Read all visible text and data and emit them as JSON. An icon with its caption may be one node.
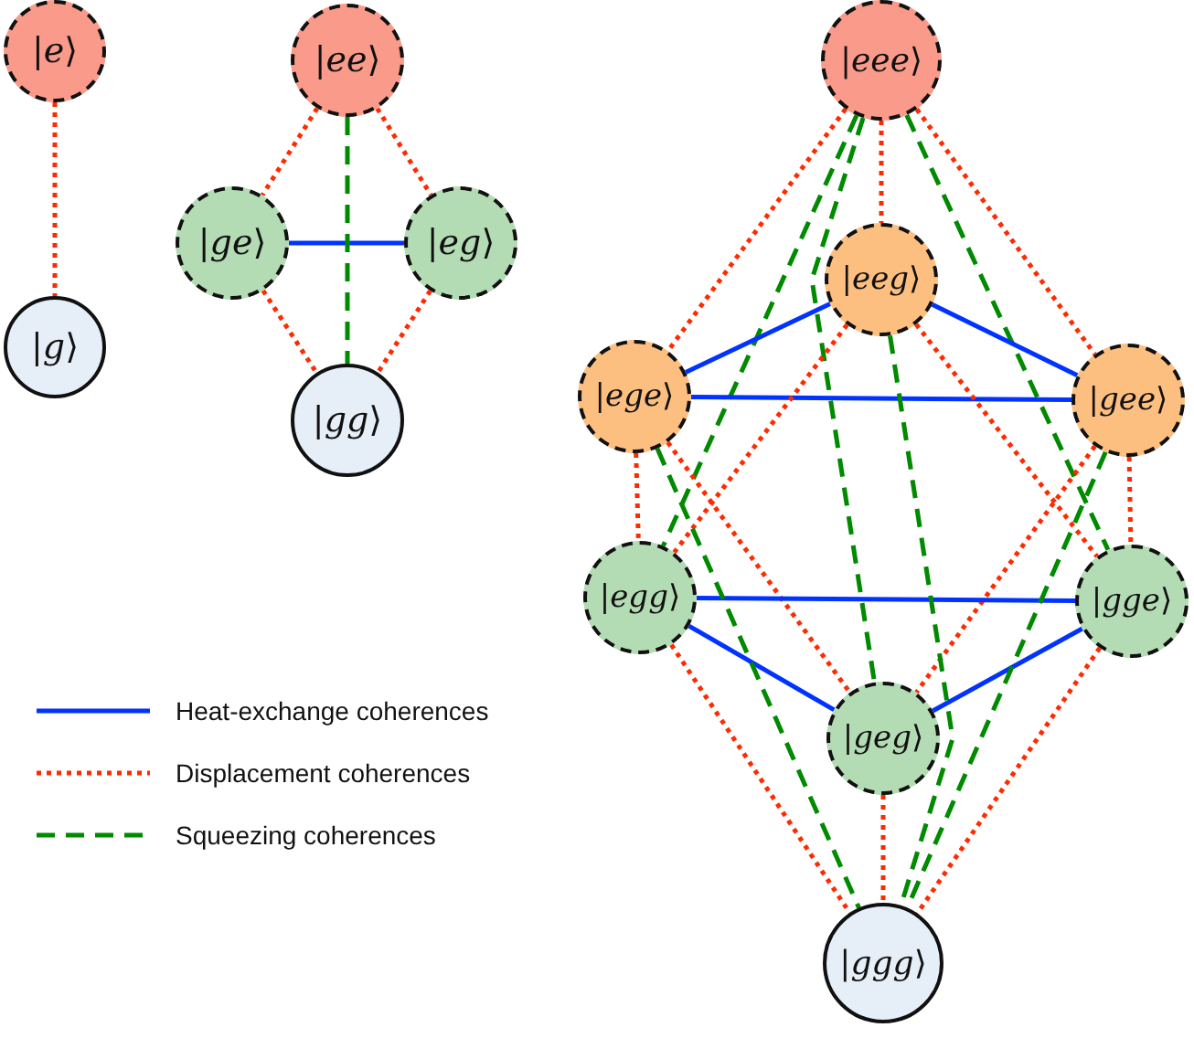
{
  "diagram": {
    "nodes": [
      {
        "text": [
          "|*e*⟩"
        ]
      },
      {
        "text": [
          "|*g*⟩"
        ]
      },
      {
        "text": [
          "|*ee*⟩"
        ]
      },
      {
        "text": [
          "|*ge*⟩"
        ]
      },
      {
        "text": [
          "|*eg*⟩"
        ]
      },
      {
        "text": [
          "|*gg*⟩"
        ]
      },
      {
        "text": [
          "|*eee*⟩"
        ]
      },
      {
        "text": [
          "|*eeg*⟩"
        ]
      },
      {
        "text": [
          "|*ege*⟩"
        ]
      },
      {
        "text": [
          "|*gee*⟩"
        ]
      },
      {
        "text": [
          "|*egg*⟩"
        ]
      },
      {
        "text": [
          "|*gge*⟩"
        ]
      },
      {
        "text": [
          "|*geg*⟩"
        ]
      },
      {
        "text": [
          "|*ggg*⟩"
        ]
      }
    ],
    "edges": [
      {
        "from": 0,
        "to": 1,
        "arrow": "none",
        "style": "dashed"
      },
      {
        "from": 2,
        "to": 3,
        "arrow": "none",
        "style": "dashed"
      },
      {
        "from": 2,
        "to": 4,
        "arrow": "none",
        "style": "dashed"
      },
      {
        "from": 3,
        "to": 4,
        "arrow": "none",
        "color": "#0033ff"
      },
      {
        "from": 2,
        "to": 5,
        "arrow": "none",
        "style": "dashed",
        "color": "#008a00"
      },
      {
        "from": 3,
        "to": 5,
        "arrow": "none",
        "style": "dashed"
      },
      {
        "from": 4,
        "to": 5,
        "arrow": "none",
        "style": "dashed"
      },
      {
        "from": 6,
        "to": 7,
        "arrow": "none",
        "style": "dashed"
      },
      {
        "from": 6,
        "to": 8,
        "arrow": "none",
        "style": "dashed"
      },
      {
        "from": 6,
        "to": 9,
        "arrow": "none",
        "style": "dashed"
      },
      {
        "from": 6,
        "to": 10,
        "arrow": "none",
        "style": "dashed",
        "color": "#008a00"
      },
      {
        "from": 6,
        "to": 12,
        "arrow": "none",
        "style": "dashed",
        "color": "#008a00"
      },
      {
        "from": 6,
        "to": 11,
        "arrow": "none",
        "style": "dashed",
        "color": "#008a00"
      },
      {
        "from": 7,
        "to": 8,
        "arrow": "none",
        "color": "#0033ff"
      },
      {
        "from": 7,
        "to": 9,
        "arrow": "none",
        "color": "#0033ff"
      },
      {
        "from": 8,
        "to": 9,
        "arrow": "none",
        "color": "#0033ff"
      },
      {
        "from": 7,
        "to": 10,
        "arrow": "none",
        "style": "dashed"
      },
      {
        "from": 7,
        "to": 11,
        "arrow": "none",
        "style": "dashed"
      },
      {
        "from": 8,
        "to": 10,
        "arrow": "none",
        "style": "dashed"
      },
      {
        "from": 8,
        "to": 12,
        "arrow": "none",
        "style": "dashed"
      },
      {
        "from": 9,
        "to": 12,
        "arrow": "none",
        "style": "dashed"
      },
      {
        "from": 9,
        "to": 11,
        "arrow": "none",
        "style": "dashed"
      },
      {
        "from": 10,
        "to": 11,
        "arrow": "none",
        "color": "#0033ff"
      },
      {
        "from": 10,
        "to": 12,
        "arrow": "none",
        "color": "#0033ff"
      },
      {
        "from": 12,
        "to": 11,
        "arrow": "none",
        "color": "#0033ff"
      },
      {
        "from": 10,
        "to": 13,
        "arrow": "none",
        "style": "dashed"
      },
      {
        "from": 12,
        "to": 13,
        "arrow": "none",
        "style": "dashed"
      },
      {
        "from": 11,
        "to": 13,
        "arrow": "none",
        "style": "dashed"
      },
      {
        "from": 8,
        "to": 13,
        "arrow": "none",
        "style": "dashed",
        "color": "#008a00"
      },
      {
        "from": 7,
        "to": 13,
        "arrow": "none",
        "style": "dashed",
        "color": "#008a00"
      },
      {
        "from": 9,
        "to": 13,
        "arrow": "none",
        "style": "dashed",
        "color": "#008a00"
      }
    ],
    "legend": [
      {
        "text": "Heat-exchange coherences"
      },
      {
        "text": "Displacement coherences"
      },
      {
        "text": "Squeezing coherences"
      }
    ]
  }
}
